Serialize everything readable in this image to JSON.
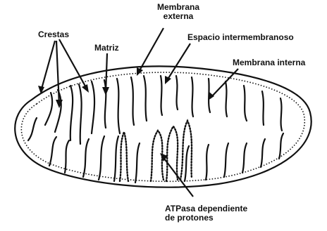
{
  "labels": {
    "membrana_externa": [
      "Membrana",
      "externa"
    ],
    "crestas": "Crestas",
    "matriz": "Matriz",
    "espacio_intermembranoso": "Espacio intermembranoso",
    "membrana_interna": "Membrana interna",
    "atpasa": [
      "ATPasa dependiente",
      "de protones"
    ]
  },
  "colors": {
    "ink": "#111111",
    "background": "#ffffff"
  }
}
